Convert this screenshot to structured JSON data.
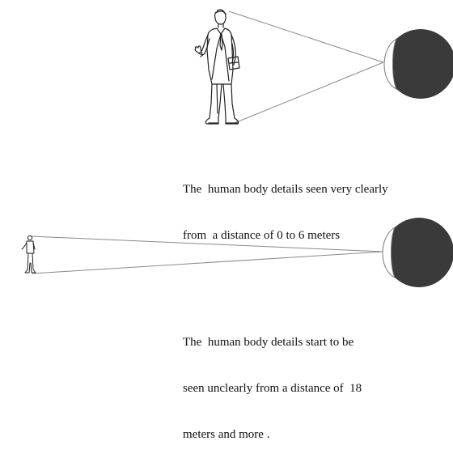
{
  "colors": {
    "eyeball": "#3a3a3a",
    "lens": "#ffffff",
    "sight_line": "#8a8a8a",
    "figure_stroke": "#222222"
  },
  "icons": {
    "near_person": "standing-man-in-suit-icon",
    "far_person": "small-standing-man-icon",
    "eye": "eyeball-icon"
  },
  "near_view": {
    "caption_line1": "The  human body details seen very clearly",
    "caption_line2": "from  a distance of 0 to 6 meters"
  },
  "far_view": {
    "caption_line1": "The  human body details start to be",
    "caption_line2": "seen unclearly from a distance of  18",
    "caption_line3": "meters and more ."
  }
}
